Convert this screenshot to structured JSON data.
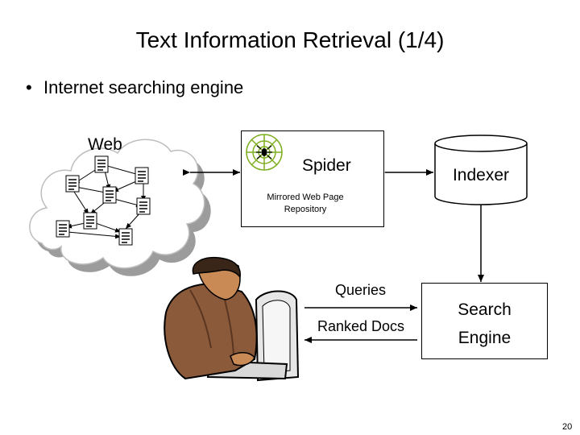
{
  "slide": {
    "title": "Text Information Retrieval (1/4)",
    "bullet": "Internet searching engine",
    "page_number": "20"
  },
  "diagram": {
    "web_label": "Web",
    "spider_label": "Spider",
    "repository_label_line1": "Mirrored Web Page",
    "repository_label_line2": "Repository",
    "indexer_label": "Indexer",
    "engine_label_line1": "Search",
    "engine_label_line2": "Engine",
    "queries_label": "Queries",
    "ranked_docs_label": "Ranked Docs"
  },
  "colors": {
    "spider_web": "#7fae1e",
    "skin": "#c98a55",
    "suit": "#8a5a3a",
    "cloud_shadow": "#9c9c9c"
  }
}
